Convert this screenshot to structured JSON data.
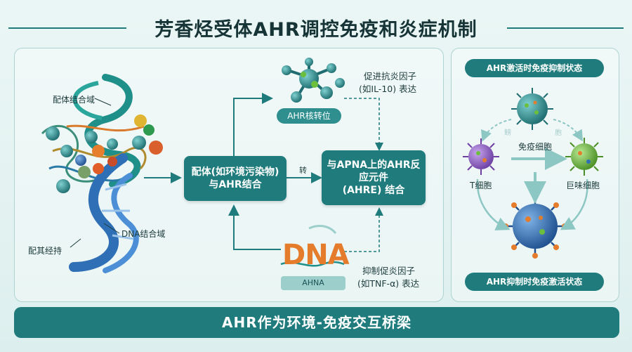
{
  "title": "芳香烃受体AHR调控免疫和炎症机制",
  "protein": {
    "ligand_domain_label": "配体结合域",
    "dna_domain_label": "DNA结合域",
    "partner_label": "配其经持"
  },
  "flow": {
    "ligand_box_line1": "配体(如环境污染物)",
    "ligand_box_line2": "与AHR结合",
    "nuclear_pill": "AHR核转位",
    "arrow_label": "转",
    "ahre_box_line1": "与APNA上的AHR反",
    "ahre_box_line2": "应元件",
    "ahre_box_line3": "(AHRE) 结合",
    "anti_line1": "促进抗炎因子",
    "anti_line2": "(如IL-10) 表达",
    "dna_word": "DNA",
    "dna_pill": "AHNA",
    "pro_line1": "抑制促炎因子",
    "pro_line2": "(如TNF-α) 表达"
  },
  "side": {
    "top_header": "AHR激活时免疫抑制状态",
    "faint_left": "鳑",
    "faint_right": "胞",
    "immune_cell_label": "免疫细胞",
    "t_cell_label": "T细胞",
    "macrophage_label": "巨味细胞",
    "bottom_header": "AHR抑制时免疫激活状态"
  },
  "bottom_banner": "AHR作为环境-免疫交互桥梁",
  "colors": {
    "teal": "#1f7b7c",
    "orange": "#e57c2b",
    "blue": "#2f6fb5",
    "purple": "#8c5fbf",
    "green": "#6bbf3c"
  }
}
